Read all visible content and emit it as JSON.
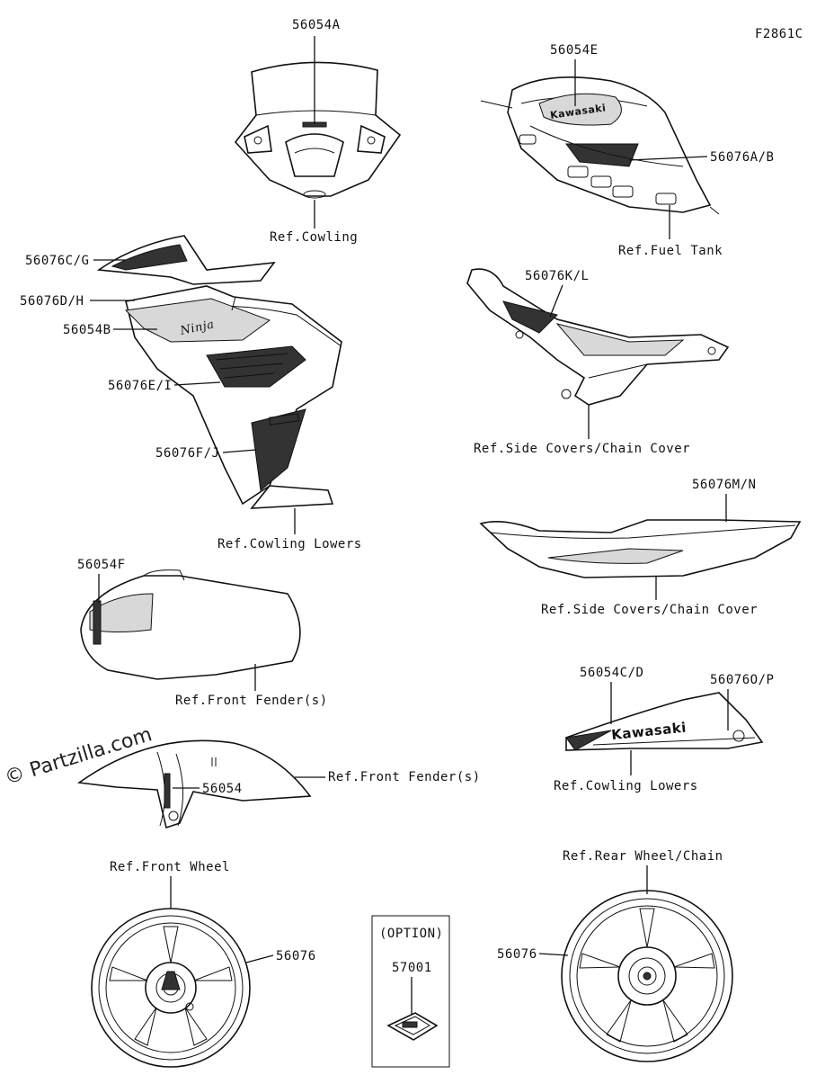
{
  "figure_code": "F2861C",
  "watermark": "© Partzilla.com",
  "labels": {
    "p56054A": "56054A",
    "ref_cowling": "Ref.Cowling",
    "p56054E": "56054E",
    "p56076AB": "56076A/B",
    "ref_fuel_tank": "Ref.Fuel Tank",
    "p56076CG": "56076C/G",
    "p56076DH": "56076D/H",
    "p56054B": "56054B",
    "p56076EI": "56076E/I",
    "p56076FJ": "56076F/J",
    "ref_cowling_lowers_1": "Ref.Cowling Lowers",
    "p56076KL": "56076K/L",
    "ref_side_covers_1": "Ref.Side Covers/Chain Cover",
    "p56076MN": "56076M/N",
    "ref_side_covers_2": "Ref.Side Covers/Chain Cover",
    "p56054F": "56054F",
    "ref_front_fender_1": "Ref.Front Fender(s)",
    "ref_front_fender_2": "Ref.Front Fender(s)",
    "p56054": "56054",
    "p56054CD": "56054C/D",
    "p56076OP": "56076O/P",
    "ref_cowling_lowers_2": "Ref.Cowling Lowers",
    "ref_front_wheel": "Ref.Front Wheel",
    "p56076_front": "56076",
    "option": "(OPTION)",
    "p57001": "57001",
    "ref_rear_wheel": "Ref.Rear Wheel/Chain",
    "p56076_rear": "56076",
    "decal_kawasaki": "Kawasaki",
    "decal_ninja": "Ninja"
  }
}
